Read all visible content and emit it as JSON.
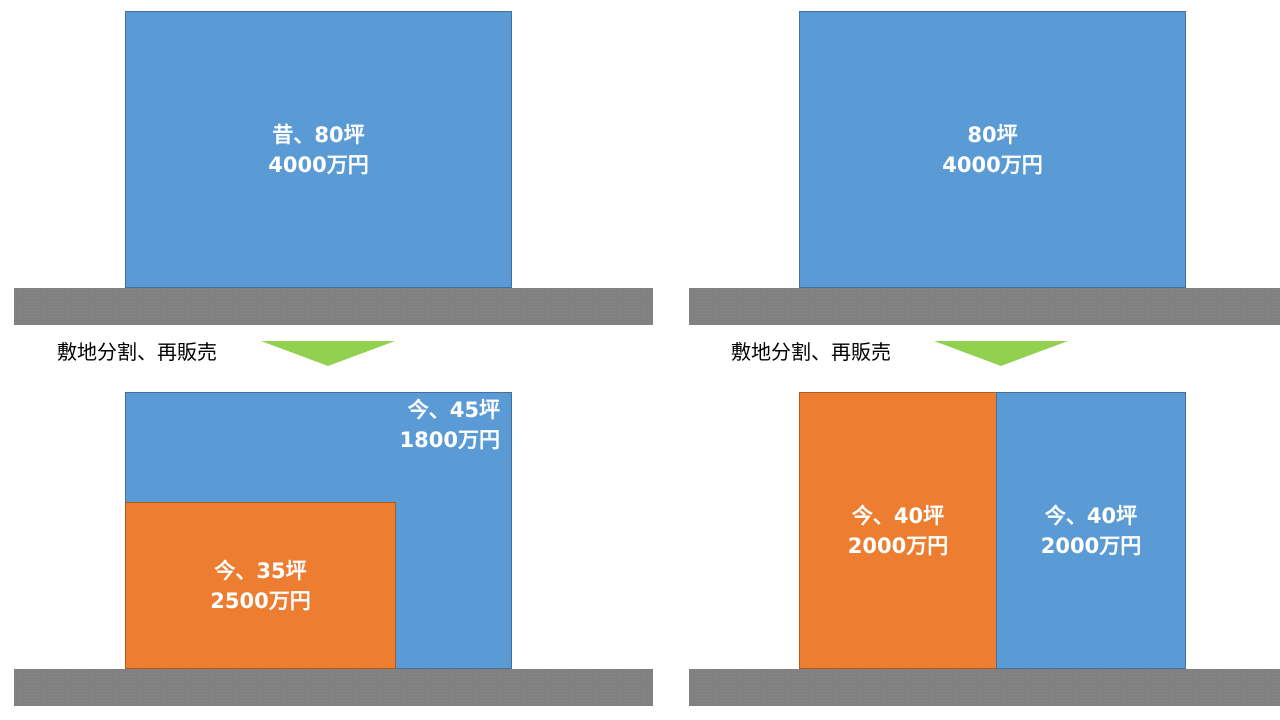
{
  "left": {
    "before": {
      "line1": "昔、80坪",
      "line2": "4000万円"
    },
    "caption": "敷地分割、再販売",
    "after_large": {
      "line1": "今、45坪",
      "line2": "1800万円"
    },
    "after_small": {
      "line1": "今、35坪",
      "line2": "2500万円"
    }
  },
  "right": {
    "before": {
      "line1": "80坪",
      "line2": "4000万円"
    },
    "caption": "敷地分割、再販売",
    "after_left": {
      "line1": "今、40坪",
      "line2": "2000万円"
    },
    "after_right": {
      "line1": "今、40坪",
      "line2": "2000万円"
    }
  },
  "colors": {
    "blue": "#5b9bd5",
    "orange": "#ed7d31",
    "ground": "#808080",
    "arrow": "#92d050"
  }
}
